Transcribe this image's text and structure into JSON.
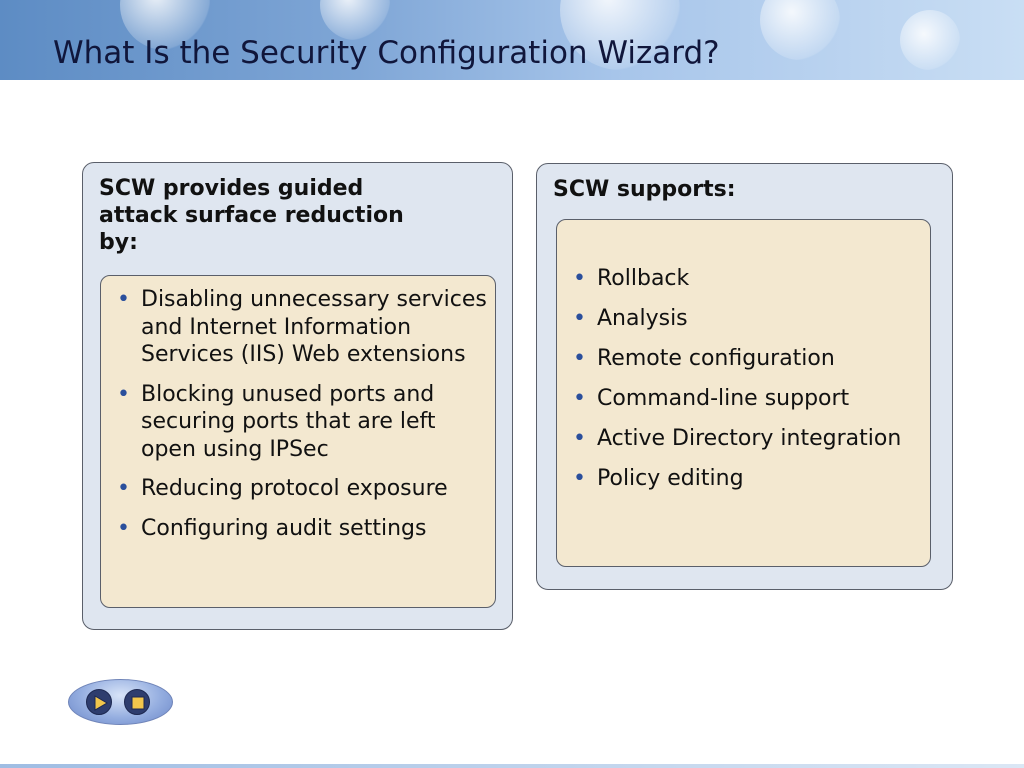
{
  "slide": {
    "title": "What Is the Security Configuration Wizard?"
  },
  "left_panel": {
    "heading": "SCW provides guided attack surface reduction by:",
    "items": [
      "Disabling unnecessary services and Internet Information Services (IIS) Web extensions",
      "Blocking unused ports and securing ports that are left open using IPSec",
      "Reducing protocol exposure",
      "Configuring audit settings"
    ]
  },
  "right_panel": {
    "heading": "SCW supports:",
    "items": [
      "Rollback",
      "Analysis",
      "Remote configuration",
      "Command-line support",
      "Active Directory integration",
      "Policy editing"
    ]
  },
  "controls": {
    "play_icon": "play-icon",
    "stop_icon": "stop-icon"
  },
  "colors": {
    "title_text": "#10163b",
    "panel_background": "#dfe6f0",
    "inner_background": "#f3e8d0",
    "bullet": "#2a4f9c"
  }
}
